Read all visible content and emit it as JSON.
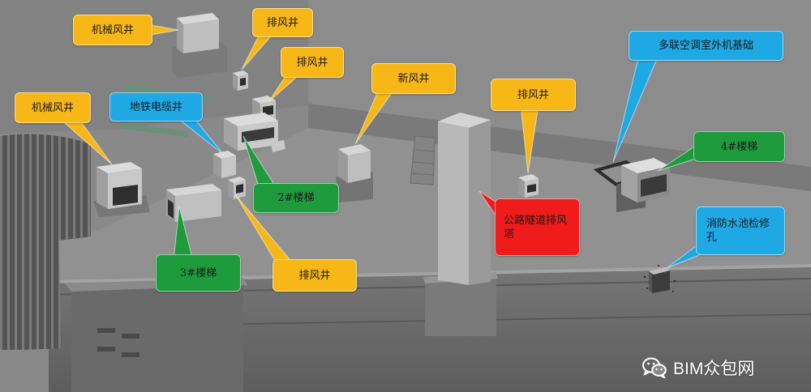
{
  "callouts": [
    {
      "text": "机械风井",
      "color": "#f7b817"
    },
    {
      "text": "排风井",
      "color": "#f7b817"
    },
    {
      "text": "排风井",
      "color": "#f7b817"
    },
    {
      "text": "新风井",
      "color": "#f7b817"
    },
    {
      "text": "机械风井",
      "color": "#f7b817"
    },
    {
      "text": "地铁电缆井",
      "color": "#1ea9e5"
    },
    {
      "text": "排风井",
      "color": "#f7b817"
    },
    {
      "text": "多联空调室外机基础",
      "color": "#1ea9e5"
    },
    {
      "text": "4#楼梯",
      "color": "#1e9b3c"
    },
    {
      "text": "2#楼梯",
      "color": "#1e9b3c"
    },
    {
      "text": "公路隧道排风塔",
      "color": "#f01b1b"
    },
    {
      "text": "消防水池检修孔",
      "color": "#1ea9e5"
    },
    {
      "text": "3#楼梯",
      "color": "#1e9b3c"
    },
    {
      "text": "排风井",
      "color": "#f7b817"
    }
  ],
  "watermark": {
    "icon": "wechat-icon",
    "text": "BIM众包网"
  }
}
